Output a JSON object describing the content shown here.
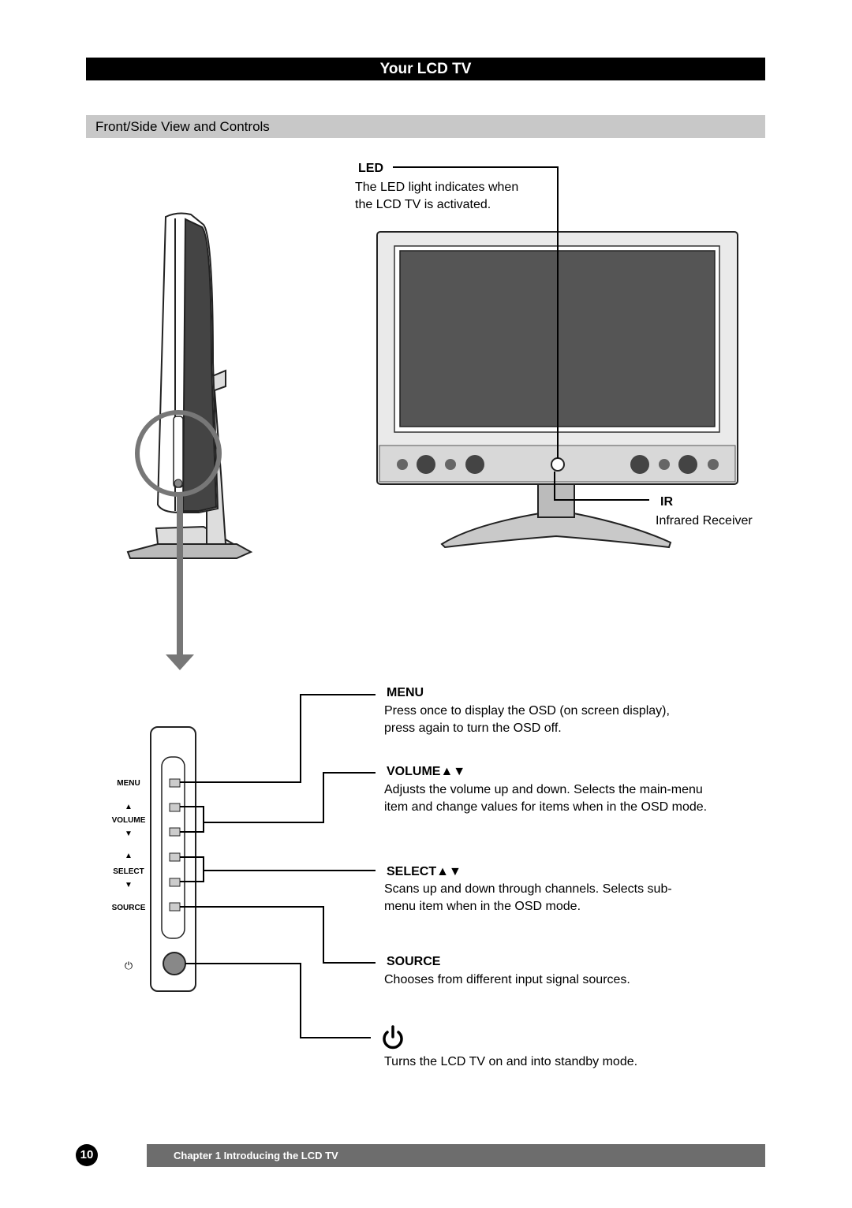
{
  "header": {
    "title": "Your LCD TV"
  },
  "section": {
    "title": "Front/Side View and Controls"
  },
  "callouts": {
    "led": {
      "label": "LED",
      "desc1": "The LED light indicates when",
      "desc2": "the LCD TV is activated."
    },
    "ir": {
      "label": "IR",
      "desc": "Infrared Receiver"
    },
    "menu": {
      "label": "MENU",
      "desc1": "Press once to display the OSD (on screen display),",
      "desc2": "press again to turn the OSD off."
    },
    "volume": {
      "label": "VOLUME▲▼",
      "desc1": "Adjusts the volume up and down. Selects the main-menu",
      "desc2": "item and change values for items when in the OSD mode."
    },
    "select": {
      "label": "SELECT▲▼",
      "desc1": "Scans up and down through channels. Selects sub-",
      "desc2": "menu item when in the OSD mode."
    },
    "source": {
      "label": "SOURCE",
      "desc": "Chooses from different input signal sources."
    },
    "power": {
      "icon": "power-icon",
      "desc": "Turns the LCD TV on and into standby mode."
    }
  },
  "panel_labels": {
    "menu": "MENU",
    "vol_up": "▲",
    "volume": "VOLUME",
    "vol_down": "▼",
    "sel_up": "▲",
    "select": "SELECT",
    "sel_down": "▼",
    "source": "SOURCE",
    "power": "⏻"
  },
  "footer": {
    "page_number": "10",
    "chapter": "Chapter 1  Introducing the LCD TV"
  },
  "colors": {
    "bar_dark": "#000000",
    "section_bg": "#c8c8c8",
    "footer_bg": "#6d6d6d",
    "screen": "#555555"
  }
}
